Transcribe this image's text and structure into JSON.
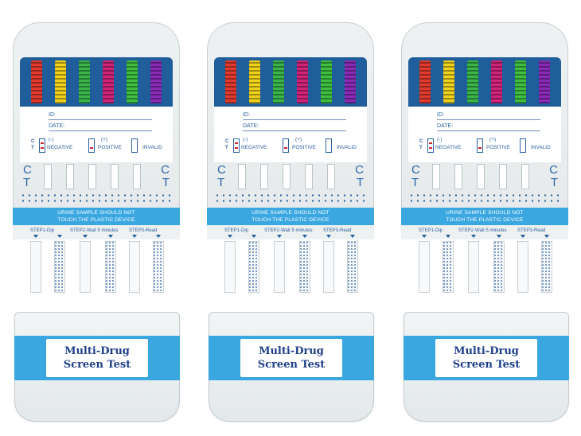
{
  "card": {
    "id_label": "ID:",
    "date_label": "DATE:",
    "c_letter": "C",
    "t_letter": "T",
    "negative_sign": "(-)",
    "negative_label": "NEGATIVE",
    "positive_sign": "(+)",
    "positive_label": "POSITIVE",
    "invalid_label": "INVALID",
    "warning_line1": "URINE SAMPLE SHOULD NOT",
    "warning_line2": "TOUCH THE PLASTIC DEVICE",
    "step1": "STEP1-Dip",
    "step2": "STEP2-Wait  5 minutes",
    "step3": "STEP3-Read",
    "drug_label_colors": [
      "#e23a2e",
      "#f0d21a",
      "#39b54a",
      "#d2237a",
      "#3fbf3f",
      "#8a2bb8"
    ]
  },
  "cap": {
    "line1": "Multi-Drug",
    "line2": "Screen Test"
  }
}
